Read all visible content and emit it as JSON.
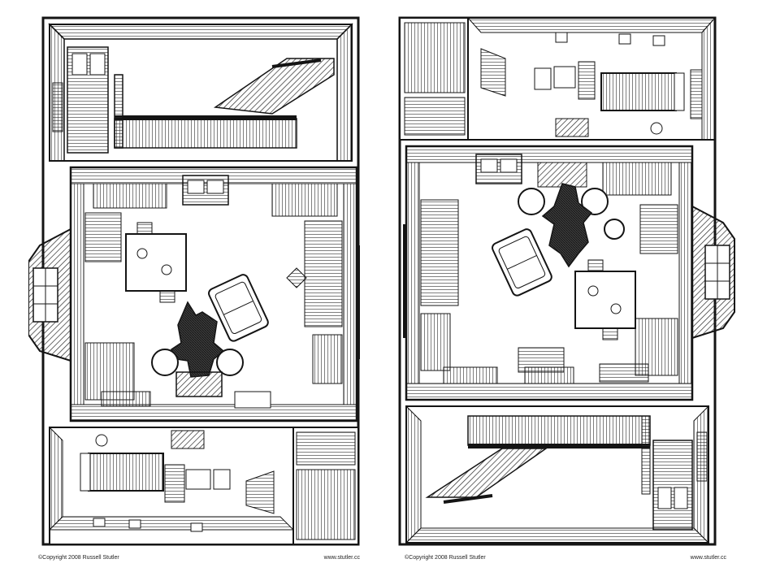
{
  "panels": [
    {
      "copyright": "©Copyright 2008 Russell Stutler",
      "site": "www.stutler.cc"
    },
    {
      "copyright": "©Copyright 2008 Russell Stutler",
      "site": "www.stutler.cc"
    }
  ],
  "colors": {
    "ink": "#141414",
    "paper": "#ffffff",
    "hatch": "#3a3a3a"
  }
}
